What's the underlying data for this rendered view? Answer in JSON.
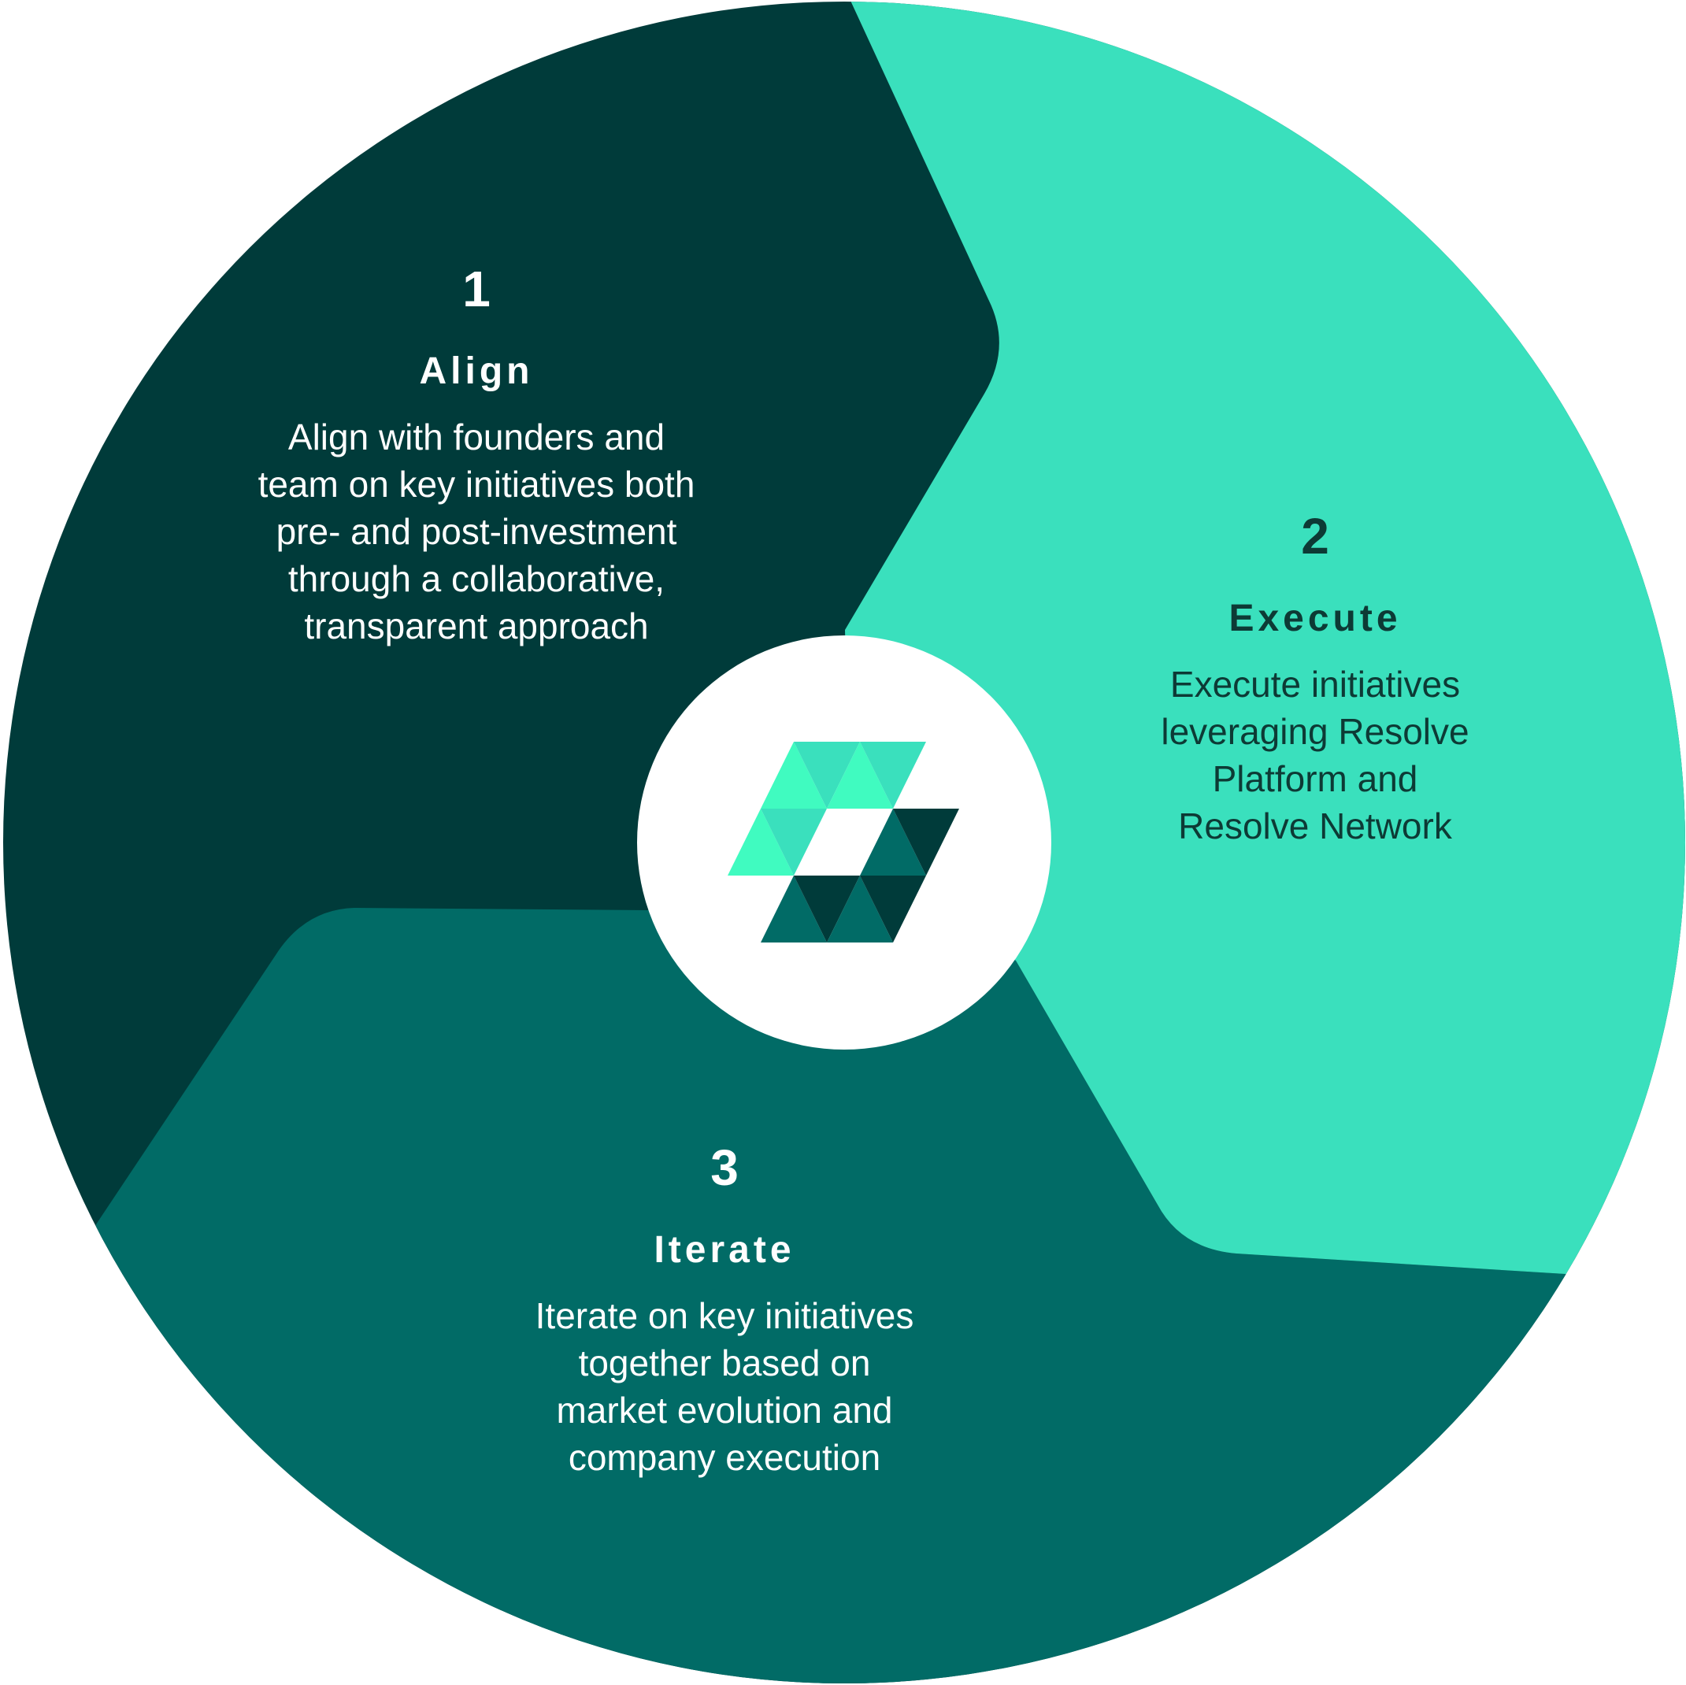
{
  "colors": {
    "dark": "#003b3a",
    "mid": "#016b66",
    "light": "#3ae0bd",
    "bright": "#40fbc0",
    "white": "#ffffff",
    "text_dark": "#0d3a35"
  },
  "segments": [
    {
      "number": "1",
      "heading": "Align",
      "lines": [
        "Align with founders and",
        "team on key initiatives both",
        "pre- and post-investment",
        "through a collaborative,",
        "transparent approach"
      ]
    },
    {
      "number": "2",
      "heading": "Execute",
      "lines": [
        "Execute initiatives",
        "leveraging Resolve",
        "Platform and",
        "Resolve Network"
      ]
    },
    {
      "number": "3",
      "heading": "Iterate",
      "lines": [
        "Iterate on key initiatives",
        "together based on",
        "market evolution and",
        "company execution"
      ]
    }
  ],
  "center_logo": {
    "icon": "resolve-logo-icon"
  }
}
